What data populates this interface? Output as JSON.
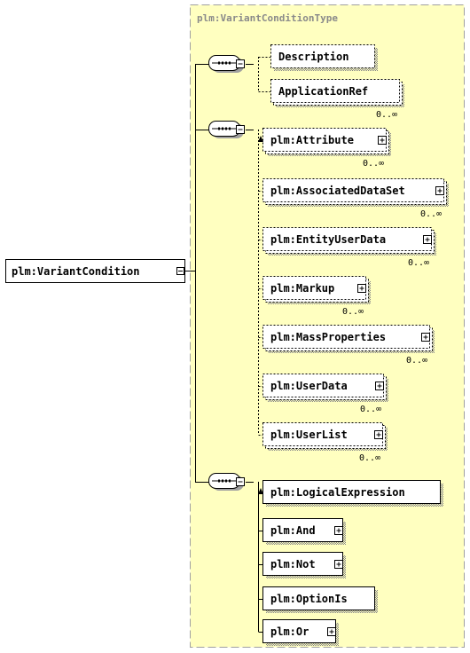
{
  "type_box": {
    "label": "plm:VariantConditionType"
  },
  "root": {
    "label": "plm:VariantCondition"
  },
  "sequences": [
    {
      "children": [
        {
          "label": "Description",
          "optional": true,
          "repeat": false,
          "expandable": false,
          "stacked": false,
          "cardinality": ""
        },
        {
          "label": "ApplicationRef",
          "optional": true,
          "repeat": true,
          "expandable": false,
          "stacked": true,
          "cardinality": "0..∞"
        }
      ]
    },
    {
      "children": [
        {
          "label": "plm:Attribute",
          "optional": true,
          "repeat": true,
          "expandable": true,
          "stacked": true,
          "cardinality": "0..∞"
        },
        {
          "label": "plm:AssociatedDataSet",
          "optional": true,
          "repeat": true,
          "expandable": true,
          "stacked": true,
          "cardinality": "0..∞"
        },
        {
          "label": "plm:EntityUserData",
          "optional": true,
          "repeat": true,
          "expandable": true,
          "stacked": true,
          "cardinality": "0..∞"
        },
        {
          "label": "plm:Markup",
          "optional": true,
          "repeat": true,
          "expandable": true,
          "stacked": true,
          "cardinality": "0..∞"
        },
        {
          "label": "plm:MassProperties",
          "optional": true,
          "repeat": true,
          "expandable": true,
          "stacked": true,
          "cardinality": "0..∞"
        },
        {
          "label": "plm:UserData",
          "optional": true,
          "repeat": true,
          "expandable": true,
          "stacked": true,
          "cardinality": "0..∞"
        },
        {
          "label": "plm:UserList",
          "optional": true,
          "repeat": true,
          "expandable": true,
          "stacked": true,
          "cardinality": "0..∞"
        }
      ]
    },
    {
      "children": [
        {
          "label": "plm:LogicalExpression",
          "optional": false,
          "repeat": false,
          "expandable": false,
          "stacked": false,
          "cardinality": ""
        },
        {
          "label": "plm:And",
          "optional": false,
          "repeat": false,
          "expandable": true,
          "stacked": false,
          "cardinality": ""
        },
        {
          "label": "plm:Not",
          "optional": false,
          "repeat": false,
          "expandable": true,
          "stacked": false,
          "cardinality": ""
        },
        {
          "label": "plm:OptionIs",
          "optional": false,
          "repeat": false,
          "expandable": false,
          "stacked": false,
          "cardinality": ""
        },
        {
          "label": "plm:Or",
          "optional": false,
          "repeat": false,
          "expandable": true,
          "stacked": false,
          "cardinality": ""
        }
      ]
    }
  ],
  "colors": {
    "type_box_fill": "#ffffc0",
    "type_box_border": "#a0a0a0",
    "shadow": "#a0a0a0",
    "line": "#000000"
  }
}
